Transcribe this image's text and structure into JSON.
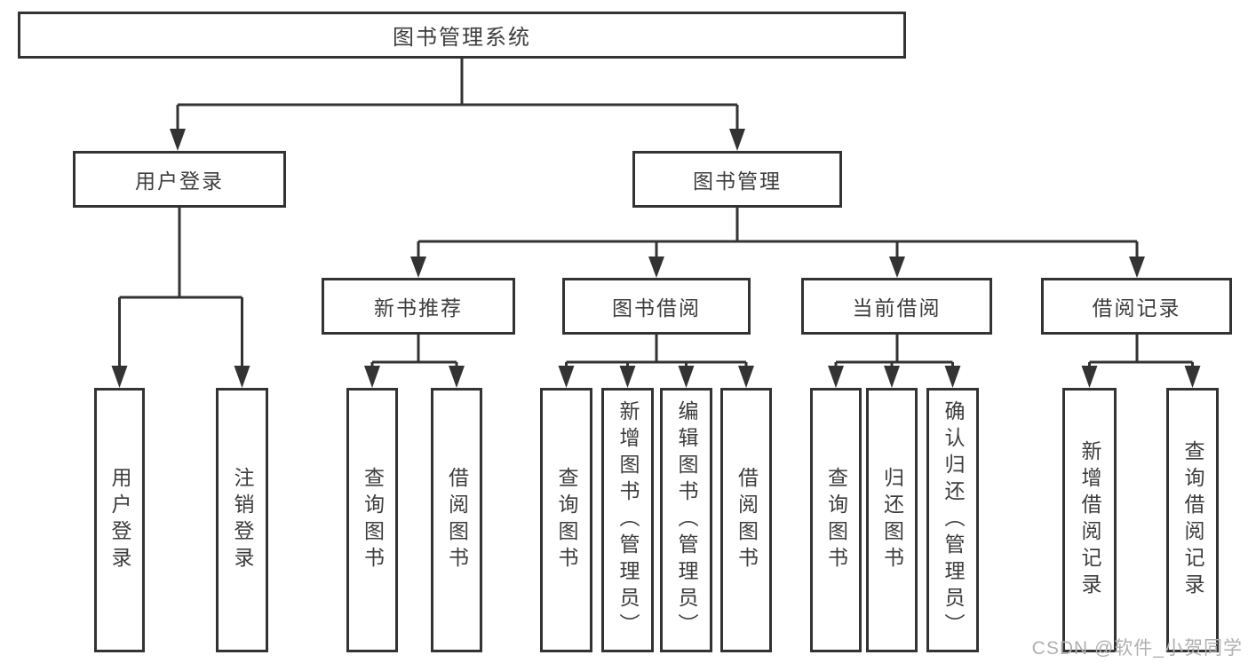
{
  "nodes": {
    "root": "图书管理系统",
    "user_login": "用户登录",
    "book_management": "图书管理",
    "new_book_recommend": "新书推荐",
    "book_borrow": "图书借阅",
    "current_borrow": "当前借阅",
    "borrow_records": "借阅记录",
    "leaf_user_login": "用户登录",
    "leaf_logout": "注销登录",
    "leaf_query_book_1": "查询图书",
    "leaf_borrow_book_1": "借阅图书",
    "leaf_query_book_2": "查询图书",
    "leaf_add_book": "新增图书（管理员）",
    "leaf_edit_book": "编辑图书（管理员）",
    "leaf_borrow_book_2": "借阅图书",
    "leaf_query_book_3": "查询图书",
    "leaf_return_book": "归还图书",
    "leaf_confirm_return": "确认归还（管理员）",
    "leaf_add_record": "新增借阅记录",
    "leaf_query_record": "查询借阅记录"
  },
  "watermark": "CSDN @软件_小贺同学",
  "colors": {
    "line": "#333333",
    "text": "#3d3d3d",
    "watermark": "#b0b0b0",
    "background": "#ffffff"
  }
}
